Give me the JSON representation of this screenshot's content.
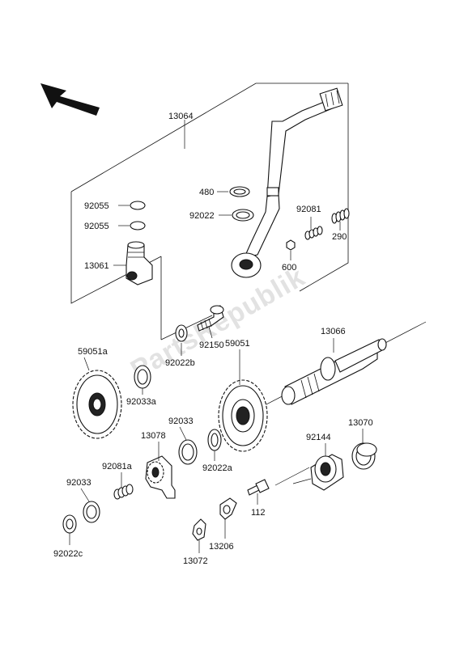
{
  "watermark": "PartsRepublik",
  "labels": {
    "p13064": "13064",
    "p480": "480",
    "p92022": "92022",
    "p92081": "92081",
    "p290": "290",
    "p92055_a": "92055",
    "p92055_b": "92055",
    "p13061": "13061",
    "p600": "600",
    "p92150": "92150",
    "p92022b": "92022b",
    "p13066": "13066",
    "p59051a": "59051a",
    "p59051": "59051",
    "p92033a": "92033a",
    "p92033_upper": "92033",
    "p13078": "13078",
    "p92022a": "92022a",
    "p92144": "92144",
    "p13070": "13070",
    "p92081a": "92081a",
    "p92033_lower": "92033",
    "p112": "112",
    "p13206": "13206",
    "p92022c": "92022c",
    "p13072": "13072"
  }
}
